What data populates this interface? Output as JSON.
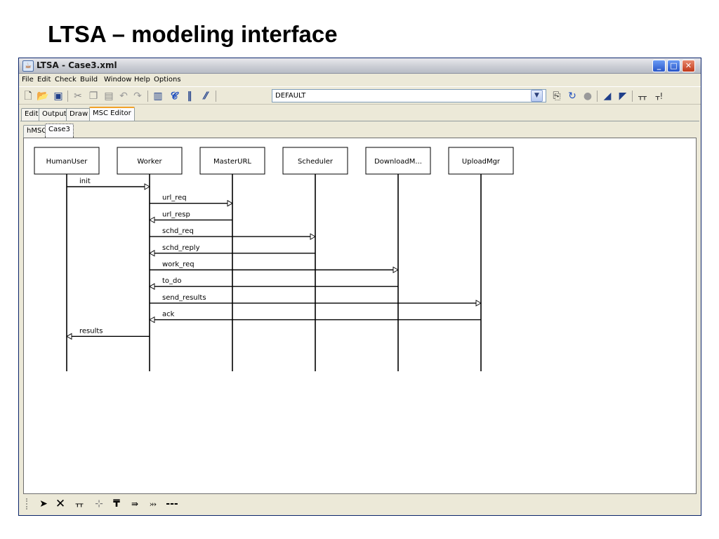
{
  "slide": {
    "title": "LTSA – modeling interface"
  },
  "window": {
    "title": "LTSA - Case3.xml",
    "app_icon": "java-cup-icon",
    "controls": [
      "minimize-icon",
      "maximize-icon",
      "close-icon"
    ]
  },
  "menu": [
    "File",
    "Edit",
    "Check",
    "Build",
    "Window",
    "Help",
    "Options"
  ],
  "toolbar": {
    "left_icons": [
      "new-file-icon",
      "open-folder-icon",
      "save-icon",
      "cut-icon",
      "copy-icon",
      "paste-icon",
      "undo-icon",
      "redo-icon",
      "fsp-icon",
      "compile-icon",
      "parallel-icon",
      "build-icon"
    ],
    "target_value": "DEFAULT",
    "right_icons": [
      "safety-check-icon",
      "progress-check-icon",
      "stop-icon",
      "animate-icon",
      "run-icon",
      "compose-icon",
      "minimise-icon"
    ]
  },
  "main_tabs": [
    "Edit",
    "Output",
    "Draw",
    "MSC Editor"
  ],
  "active_main_tab": "MSC Editor",
  "sub_tabs": [
    "hMSC",
    "Case3"
  ],
  "active_sub_tab": "Case3",
  "msc": {
    "instances": [
      "HumanUser",
      "Worker",
      "MasterURL",
      "Scheduler",
      "DownloadM...",
      "UploadMgr"
    ],
    "messages": [
      {
        "label": "init",
        "from": 0,
        "to": 1
      },
      {
        "label": "url_req",
        "from": 1,
        "to": 2
      },
      {
        "label": "url_resp",
        "from": 2,
        "to": 1
      },
      {
        "label": "schd_req",
        "from": 1,
        "to": 3
      },
      {
        "label": "schd_reply",
        "from": 3,
        "to": 1
      },
      {
        "label": "work_req",
        "from": 1,
        "to": 4
      },
      {
        "label": "to_do",
        "from": 4,
        "to": 1
      },
      {
        "label": "send_results",
        "from": 1,
        "to": 5
      },
      {
        "label": "ack",
        "from": 5,
        "to": 1
      },
      {
        "label": "results",
        "from": 1,
        "to": 0
      }
    ]
  },
  "bottom_toolbar": [
    "select-arrow-icon",
    "delete-icon",
    "add-instances-icon",
    "add-condition-icon",
    "add-instance-icon",
    "add-message-icon",
    "add-lost-message-icon",
    "add-dashed-line-icon"
  ]
}
